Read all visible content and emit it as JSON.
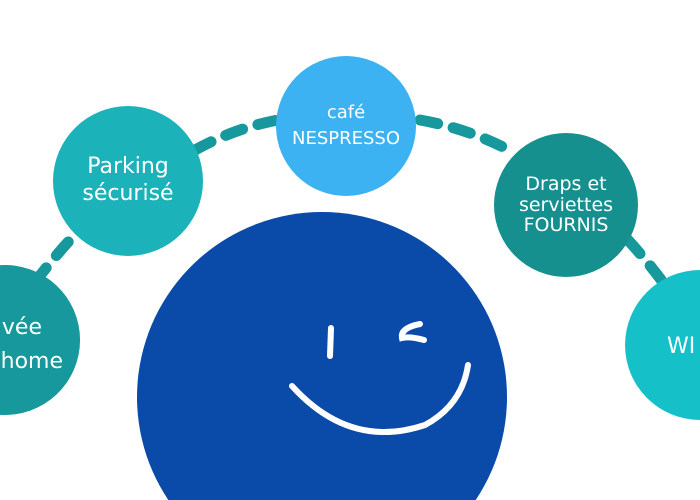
{
  "colors": {
    "face": "#0a4aa8",
    "cafe": "#3cb2f2",
    "parking": "#1bb3b9",
    "draps": "#16908f",
    "left": "#17989d",
    "wifi": "#15c0c8",
    "connector": "#17989d"
  },
  "bubbles": {
    "cafe": {
      "line1": "café",
      "line2": "NESPRESSO"
    },
    "parking": {
      "line1": "Parking",
      "line2": "sécurisé"
    },
    "draps": {
      "line1": "Draps et",
      "line2": "serviettes",
      "line3": "FOURNIS"
    },
    "left": {
      "line1": "vée",
      "line2": "home"
    },
    "wifi": {
      "line1": "WI"
    }
  },
  "face": {
    "expression": "winking-smile"
  }
}
